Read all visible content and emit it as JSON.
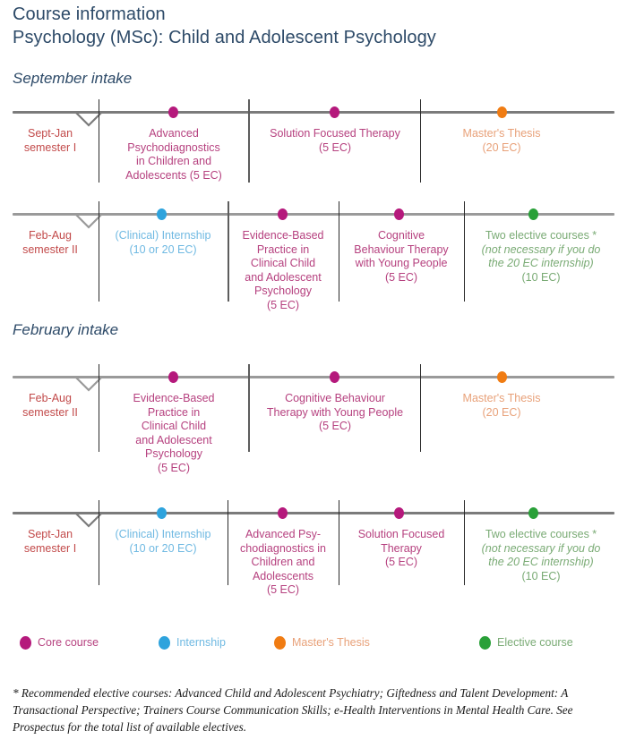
{
  "header": {
    "line1": "Course information",
    "line2": "Psychology (MSc): Child and Adolescent Psychology"
  },
  "colors": {
    "core": "#b5197c",
    "internship": "#2ea3dd",
    "thesis": "#f07c13",
    "elective": "#29a038",
    "core_text": "#b6417f",
    "internship_text": "#6fb9e2",
    "thesis_text": "#e8a179",
    "elective_text": "#7aab75",
    "semester_text": "#c24a4a",
    "heading_text": "#2d4a68",
    "axis": "#7b7b7b",
    "divider": "#2b2b2b"
  },
  "sections": [
    {
      "title": "September intake",
      "rows": [
        {
          "semester": "Sept-Jan\nsemester I",
          "cells": [
            {
              "kind": "core",
              "lines": [
                "Advanced",
                "Psychodiagnostics",
                "in Children and",
                "Adolescents (5 EC)"
              ]
            },
            {
              "kind": "core",
              "lines": [
                "Solution Focused Therapy",
                "(5 EC)"
              ]
            },
            {
              "kind": "thesis",
              "lines": [
                "Master's Thesis",
                "(20 EC)"
              ]
            }
          ]
        },
        {
          "semester": "Feb-Aug\nsemester II",
          "cells": [
            {
              "kind": "internship",
              "lines": [
                "(Clinical) Internship",
                "(10 or 20 EC)"
              ]
            },
            {
              "kind": "core",
              "lines": [
                "Evidence-Based",
                "Practice in",
                "Clinical Child",
                "and Adolescent",
                "Psychology",
                "(5 EC)"
              ]
            },
            {
              "kind": "core",
              "lines": [
                "Cognitive",
                "Behaviour Therapy",
                "with Young People",
                "(5 EC)"
              ]
            },
            {
              "kind": "elective",
              "lines": [
                "Two elective courses *",
                "(not necessary if you do",
                "the 20 EC internship)",
                "(10 EC)"
              ],
              "italic_lines": [
                1,
                2
              ]
            }
          ]
        }
      ]
    },
    {
      "title": "February intake",
      "rows": [
        {
          "semester": "Feb-Aug\nsemester II",
          "cells": [
            {
              "kind": "core",
              "lines": [
                "Evidence-Based",
                "Practice in",
                "Clinical Child",
                "and Adolescent",
                "Psychology",
                "(5 EC)"
              ]
            },
            {
              "kind": "core",
              "lines": [
                "Cognitive Behaviour",
                "Therapy with Young People",
                "(5 EC)"
              ]
            },
            {
              "kind": "thesis",
              "lines": [
                "Master's Thesis",
                "(20 EC)"
              ]
            }
          ]
        },
        {
          "semester": "Sept-Jan\nsemester I",
          "cells": [
            {
              "kind": "internship",
              "lines": [
                "(Clinical) Internship",
                "(10 or 20 EC)"
              ]
            },
            {
              "kind": "core",
              "lines": [
                "Advanced Psy-",
                "chodiagnostics in",
                "Children and",
                "Adolescents",
                "(5 EC)"
              ]
            },
            {
              "kind": "core",
              "lines": [
                "Solution Focused",
                "Therapy",
                "(5 EC)"
              ]
            },
            {
              "kind": "elective",
              "lines": [
                "Two elective courses *",
                "(not necessary if you do",
                "the 20 EC internship)",
                "(10 EC)"
              ],
              "italic_lines": [
                1,
                2
              ]
            }
          ]
        }
      ]
    }
  ],
  "legend": [
    {
      "label": "Core course",
      "color": "#b5197c",
      "text_color": "#b6417f"
    },
    {
      "label": "Internship",
      "color": "#2ea3dd",
      "text_color": "#6fb9e2"
    },
    {
      "label": "Master's Thesis",
      "color": "#f07c13",
      "text_color": "#e8a179"
    },
    {
      "label": "Elective course",
      "color": "#29a038",
      "text_color": "#7aab75"
    }
  ],
  "footnote": "* Recommended elective courses: Advanced Child and Adolescent Psychiatry; Giftedness and Talent Development: A Transactional Perspective; Trainers Course Communication Skills; e-Health Interventions in Mental Health Care. See Prospectus for the total list of available electives."
}
